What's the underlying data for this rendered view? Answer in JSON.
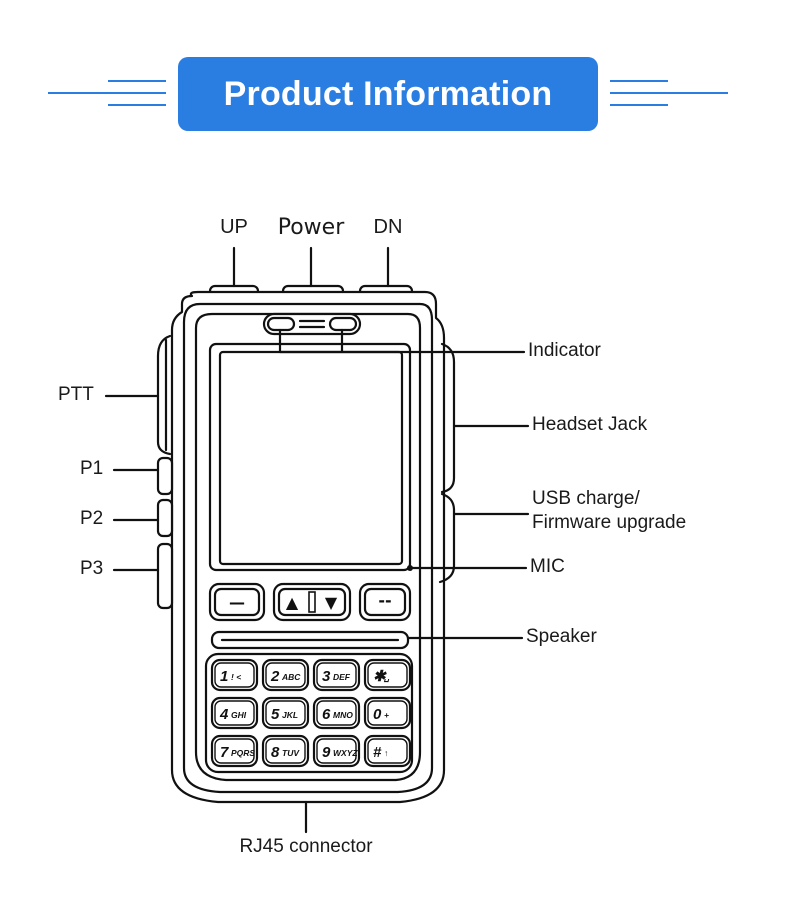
{
  "header": {
    "title": "Product Information"
  },
  "colors": {
    "accent": "#2a7de1",
    "line": "#111111"
  },
  "labels": {
    "up": "UP",
    "power": "Power",
    "dn": "DN",
    "indicator": "Indicator",
    "ptt": "PTT",
    "headset": "Headset Jack",
    "p1": "P1",
    "usb_line1": "USB charge/",
    "usb_line2": "Firmware upgrade",
    "p2": "P2",
    "p3": "P3",
    "mic": "MIC",
    "speaker": "Speaker",
    "rj45": "RJ45 connector"
  },
  "keypad": {
    "soft_keys": [
      "—",
      "▲",
      "▼",
      "--"
    ],
    "keys": [
      {
        "main": "1",
        "sub": "! <"
      },
      {
        "main": "2",
        "sub": "ABC"
      },
      {
        "main": "3",
        "sub": "DEF"
      },
      {
        "main": "✱",
        "sub": "␣"
      },
      {
        "main": "4",
        "sub": "GHI"
      },
      {
        "main": "5",
        "sub": "JKL"
      },
      {
        "main": "6",
        "sub": "MNO"
      },
      {
        "main": "0",
        "sub": "+"
      },
      {
        "main": "7",
        "sub": "PQRS"
      },
      {
        "main": "8",
        "sub": "TUV"
      },
      {
        "main": "9",
        "sub": "WXYZ"
      },
      {
        "main": "#",
        "sub": "↑"
      }
    ]
  }
}
